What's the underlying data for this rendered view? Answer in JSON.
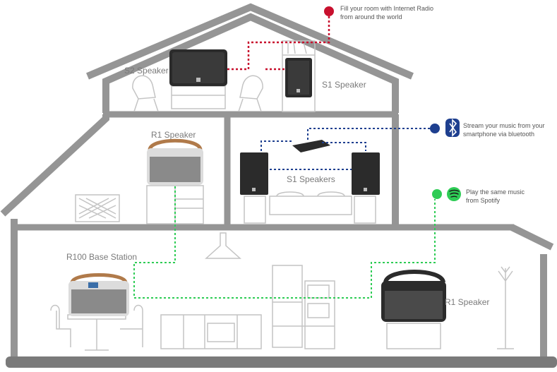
{
  "callouts": {
    "radio": {
      "line1": "Fill your room with Internet Radio",
      "line2": "from around the world",
      "color": "#c8102e"
    },
    "bluetooth": {
      "line1": "Stream your music from your",
      "line2": "smartphone via bluetooth",
      "color": "#1e3f8f",
      "icon": "bluetooth-icon"
    },
    "spotify": {
      "line1": "Play the same music",
      "line2": "from Spotify",
      "color": "#2ecc55",
      "icon": "spotify-icon"
    }
  },
  "rooms": {
    "attic": {
      "left_label": "S2 Speaker",
      "right_label": "S1 Speaker"
    },
    "middle_left": {
      "label": "R1 Speaker"
    },
    "middle_right": {
      "label": "S1 Speakers"
    },
    "ground": {
      "left_label": "R100 Base Station",
      "right_label": "R1 Speaker"
    }
  },
  "colors": {
    "wall": "#909090",
    "ground": "#7a7a7a",
    "furniture": "#c4c4c4",
    "speaker": "#2b2b2b",
    "wood": "#b07a4a"
  }
}
